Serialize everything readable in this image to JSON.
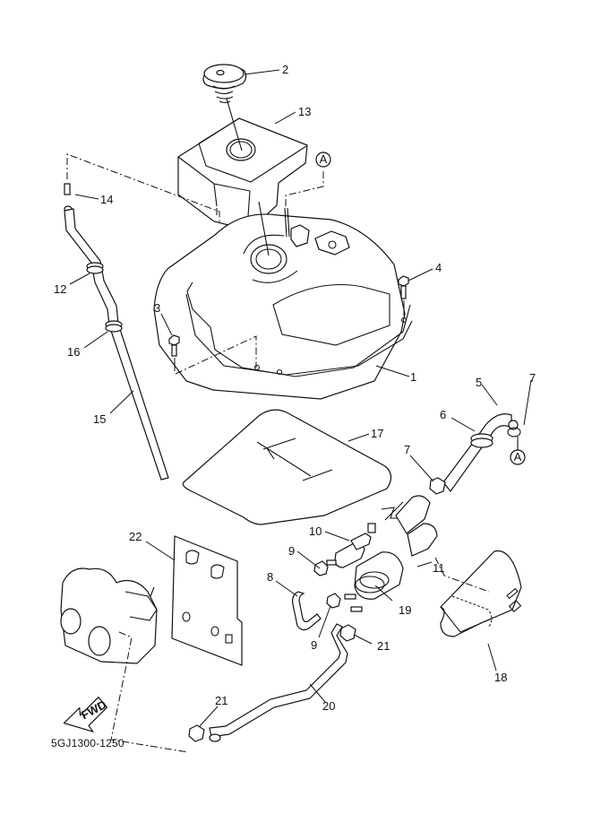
{
  "diagram": {
    "code": "5GJ1300-1250",
    "direction_label": "FWD",
    "reference_marker": "A",
    "callouts": [
      {
        "ref": "1",
        "part": "fuel-tank"
      },
      {
        "ref": "2",
        "part": "fuel-tank-cap"
      },
      {
        "ref": "3",
        "part": "bolt"
      },
      {
        "ref": "4",
        "part": "bolt"
      },
      {
        "ref": "5",
        "part": "hose"
      },
      {
        "ref": "6",
        "part": "hose-grommet"
      },
      {
        "ref": "7",
        "part": "hose-clip"
      },
      {
        "ref": "7",
        "part": "hose-clip"
      },
      {
        "ref": "8",
        "part": "fuel-hose"
      },
      {
        "ref": "9",
        "part": "hose-clip"
      },
      {
        "ref": "9",
        "part": "hose-clip"
      },
      {
        "ref": "10",
        "part": "fuel-filter"
      },
      {
        "ref": "11",
        "part": "pump-holder"
      },
      {
        "ref": "12",
        "part": "grommet"
      },
      {
        "ref": "13",
        "part": "filler-cover"
      },
      {
        "ref": "14",
        "part": "breather-fitting"
      },
      {
        "ref": "15",
        "part": "breather-hose"
      },
      {
        "ref": "16",
        "part": "grommet"
      },
      {
        "ref": "17",
        "part": "tank-pad"
      },
      {
        "ref": "18",
        "part": "pump-cover"
      },
      {
        "ref": "19",
        "part": "fuel-pump"
      },
      {
        "ref": "20",
        "part": "fuel-hose"
      },
      {
        "ref": "21",
        "part": "hose-clip"
      },
      {
        "ref": "21",
        "part": "hose-clip"
      },
      {
        "ref": "22",
        "part": "heat-protector"
      }
    ]
  }
}
